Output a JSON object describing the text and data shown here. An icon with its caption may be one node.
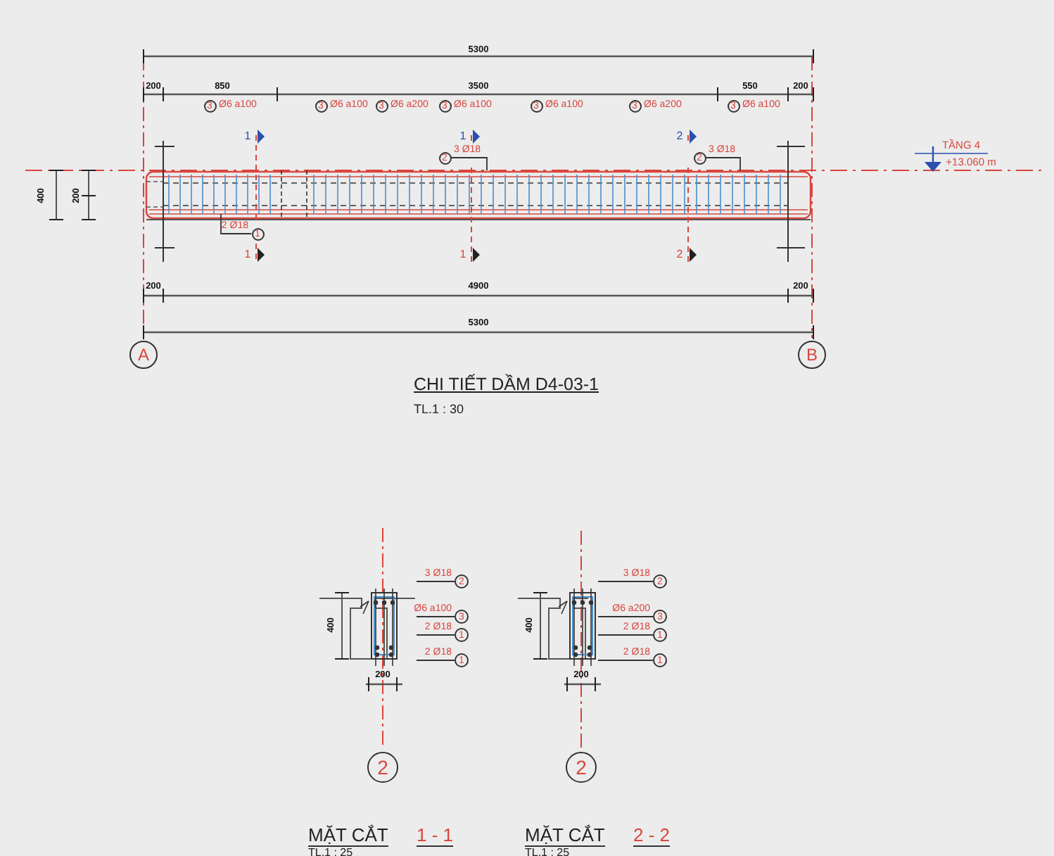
{
  "diagram": {
    "title": "CHI TIẾT DẦM D4-03-1",
    "nodes": [
      {
        "text": [
          "A"
        ]
      },
      {
        "text": [
          "B"
        ]
      },
      {
        "text": [
          "3"
        ],
        "beside": [
          "Ø6 a100"
        ]
      },
      {
        "text": [
          "3"
        ],
        "beside": [
          "Ø6 a100"
        ]
      },
      {
        "text": [
          "3"
        ],
        "beside": [
          "Ø6 a200"
        ]
      },
      {
        "text": [
          "3"
        ],
        "beside": [
          "Ø6 a100"
        ]
      },
      {
        "text": [
          "3"
        ],
        "beside": [
          "Ø6 a100"
        ]
      },
      {
        "text": [
          "3"
        ],
        "beside": [
          "Ø6 a200"
        ]
      },
      {
        "text": [
          "3"
        ],
        "beside": [
          "Ø6 a100"
        ]
      },
      {
        "text": [
          "2"
        ],
        "beside": [
          "3 Ø18"
        ]
      },
      {
        "text": [
          "2"
        ],
        "beside": [
          "3 Ø18"
        ]
      },
      {
        "text": [
          "1"
        ],
        "beside": [
          "2 Ø18"
        ]
      },
      {
        "text": [
          "2"
        ]
      },
      {
        "text": [
          "2"
        ],
        "beside": [
          "3 Ø18"
        ]
      },
      {
        "text": [
          "3"
        ],
        "beside": [
          "Ø6 a100"
        ]
      },
      {
        "text": [
          "1"
        ],
        "beside": [
          "2 Ø18"
        ]
      },
      {
        "text": [
          "1"
        ],
        "beside": [
          "2 Ø18"
        ]
      },
      {
        "text": [
          "2"
        ]
      },
      {
        "text": [
          "2"
        ],
        "beside": [
          "3 Ø18"
        ]
      },
      {
        "text": [
          "3"
        ],
        "beside": [
          "Ø6 a200"
        ]
      },
      {
        "text": [
          "1"
        ],
        "beside": [
          "2 Ø18"
        ]
      },
      {
        "text": [
          "1"
        ],
        "beside": [
          "2 Ø18"
        ]
      },
      {
        "text": [],
        "shape": "picture"
      },
      {
        "text": [],
        "shape": "picture"
      }
    ],
    "edges": [
      {
        "from": 9,
        "to": null,
        "arrow": "none"
      },
      {
        "from": 10,
        "to": null,
        "arrow": "none"
      },
      {
        "from": 11,
        "to": null,
        "arrow": "none"
      },
      {
        "from": 13,
        "to": 22,
        "arrow": "none"
      },
      {
        "from": 14,
        "to": 22,
        "arrow": "none"
      },
      {
        "from": 15,
        "to": 22,
        "arrow": "none"
      },
      {
        "from": 16,
        "to": 22,
        "arrow": "none"
      },
      {
        "from": 18,
        "to": 23,
        "arrow": "none"
      },
      {
        "from": 19,
        "to": 23,
        "arrow": "none"
      },
      {
        "from": 20,
        "to": 23,
        "arrow": "none"
      },
      {
        "from": 21,
        "to": 23,
        "arrow": "none"
      }
    ],
    "labels": [
      "5300",
      "200",
      "850",
      "3500",
      "550",
      "200",
      "1",
      "1",
      "2",
      "400",
      "200",
      "1",
      "1",
      "2",
      "200",
      "4900",
      "200",
      "5300",
      "TẦNG 4",
      "+13.060 m",
      "TL.1 : 30",
      "400",
      "200",
      "MẶT CẮT",
      "1 - 1",
      "TL.1 : 25",
      "400",
      "200",
      "MẶT CẮT",
      "2 - 2",
      "TL.1 : 25"
    ]
  }
}
